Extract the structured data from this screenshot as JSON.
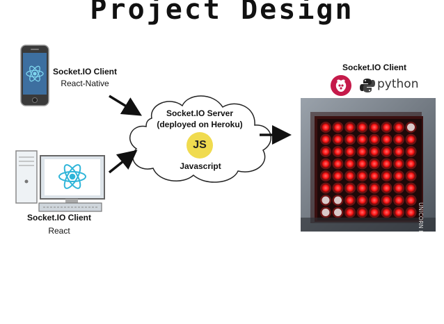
{
  "title": "Project Design",
  "clients": {
    "mobile": {
      "name": "Socket.IO Client",
      "tech": "React-Native"
    },
    "desktop": {
      "name": "Socket.IO Client",
      "tech": "React"
    },
    "hardware": {
      "name": "Socket.IO Client",
      "python_label": "python",
      "board_label": "UNICORN HAT"
    }
  },
  "server": {
    "name": "Socket.IO Server",
    "deploy": "(deployed on Heroku)",
    "badge": "JS",
    "language": "Javascript"
  },
  "colors": {
    "react_blue": "#2fb5d9",
    "js_yellow": "#f0db4f",
    "raspberry": "#c51a4a",
    "led_red": "#ff3a3a"
  },
  "icons": [
    "phone-icon",
    "desktop-computer-icon",
    "react-logo-icon",
    "cloud-icon",
    "js-logo-icon",
    "raspberry-pi-logo-icon",
    "python-logo-icon",
    "led-matrix-photo"
  ]
}
